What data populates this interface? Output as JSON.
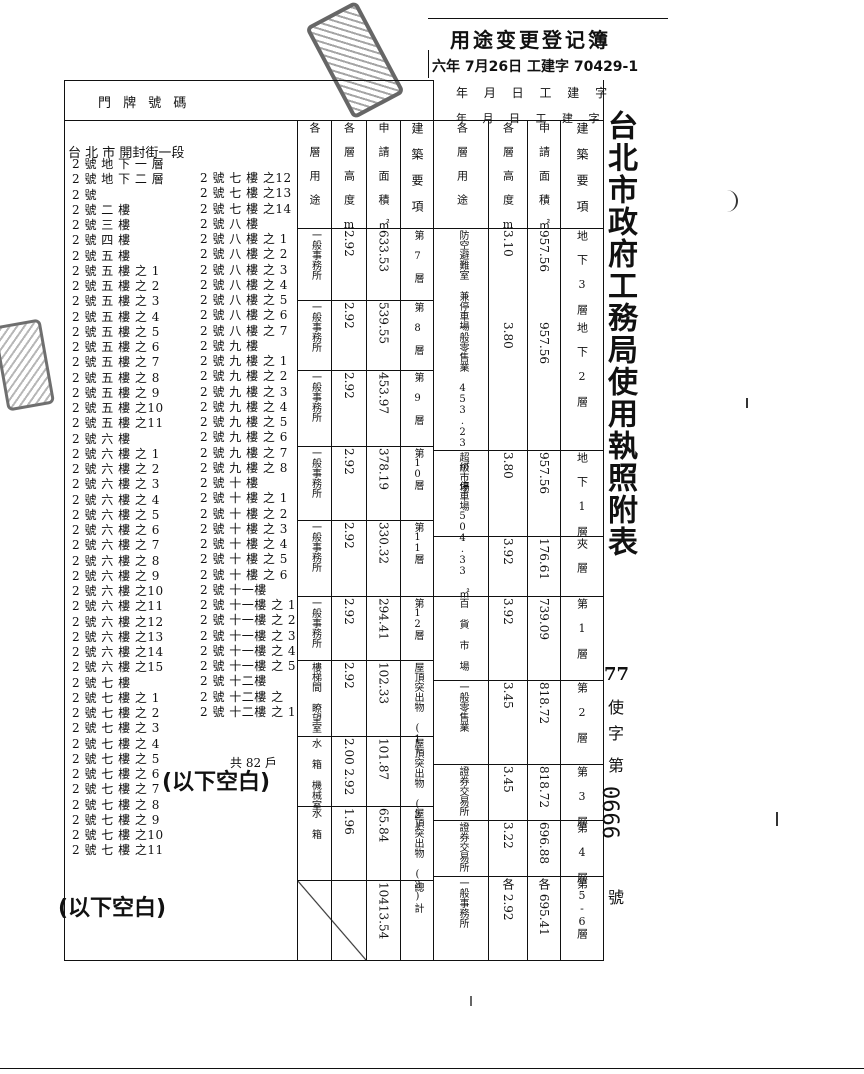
{
  "header": {
    "handwritten_top": "用途变更登记簿",
    "handwritten_date": "六年 7月26日 工建字 70429-1",
    "date_line_1": "年 月 日 工 建 字",
    "date_line_2": "年 月 日 工 建 字"
  },
  "door_plate": {
    "label": "門 牌 號 碼",
    "street": "台 北 市 開封街一段",
    "col1": [
      "2 號 地 下 一 層",
      "2 號 地 下 二 層",
      "2 號",
      "2 號 二 樓",
      "2 號 三 樓",
      "2 號 四 樓",
      "2 號 五 樓",
      "2 號 五 樓 之 1",
      "2 號 五 樓 之 2",
      "2 號 五 樓 之 3",
      "2 號 五 樓 之 4",
      "2 號 五 樓 之 5",
      "2 號 五 樓 之 6",
      "2 號 五 樓 之 7",
      "2 號 五 樓 之 8",
      "2 號 五 樓 之 9",
      "2 號 五 樓 之10",
      "2 號 五 樓 之11",
      "2 號 六 樓",
      "2 號 六 樓 之 1",
      "2 號 六 樓 之 2",
      "2 號 六 樓 之 3",
      "2 號 六 樓 之 4",
      "2 號 六 樓 之 5",
      "2 號 六 樓 之 6",
      "2 號 六 樓 之 7",
      "2 號 六 樓 之 8",
      "2 號 六 樓 之 9",
      "2 號 六 樓 之10",
      "2 號 六 樓 之11",
      "2 號 六 樓 之12",
      "2 號 六 樓 之13",
      "2 號 六 樓 之14",
      "2 號 六 樓 之15",
      "2 號 七 樓",
      "2 號 七 樓 之 1",
      "2 號 七 樓 之 2",
      "2 號 七 樓 之 3",
      "2 號 七 樓 之 4",
      "2 號 七 樓 之 5",
      "2 號 七 樓 之 6",
      "2 號 七 樓 之 7",
      "2 號 七 樓 之 8",
      "2 號 七 樓 之 9",
      "2 號 七 樓 之10",
      "2 號 七 樓 之11"
    ],
    "col2": [
      "2 號 七 樓 之12",
      "2 號 七 樓 之13",
      "2 號 七 樓 之14",
      "2 號 八 樓",
      "2 號 八 樓 之 1",
      "2 號 八 樓 之 2",
      "2 號 八 樓 之 3",
      "2 號 八 樓 之 4",
      "2 號 八 樓 之 5",
      "2 號 八 樓 之 6",
      "2 號 八 樓 之 7",
      "2 號 九 樓",
      "2 號 九 樓 之 1",
      "2 號 九 樓 之 2",
      "2 號 九 樓 之 3",
      "2 號 九 樓 之 4",
      "2 號 九 樓 之 5",
      "2 號 九 樓 之 6",
      "2 號 九 樓 之 7",
      "2 號 九 樓 之 8",
      "2 號 十 樓",
      "2 號 十 樓 之 1",
      "2 號 十 樓 之 2",
      "2 號 十 樓 之 3",
      "2 號 十 樓 之 4",
      "2 號 十 樓 之 5",
      "2 號 十 樓 之 6",
      "2 號 十一樓",
      "2 號 十一樓 之 1",
      "2 號 十一樓 之 2",
      "2 號 十一樓 之 3",
      "2 號 十一樓 之 4",
      "2 號 十一樓 之 5",
      "2 號 十二樓",
      "2 號 十二樓 之",
      "2 號 十二樓 之 1"
    ],
    "total": "共 82 戶",
    "blank_note_1": "(以下空白)",
    "blank_note_2": "(以下空白)"
  },
  "table": {
    "row_labels": [
      "建 築 要 項",
      "申 請 面 積 ㎡",
      "各 層 高 度 m",
      "各 層 用 途"
    ],
    "right_cols": [
      {
        "item": "地 下 3 層",
        "area": "957.56",
        "height": "3.10",
        "use": "防空避難室 兼停車場"
      },
      {
        "item": "地 下 2 層",
        "area": "957.56",
        "height": "3.80",
        "use": "一般零售業 453.23 ㎡ 停車場504.33 ㎡"
      },
      {
        "item": "地 下 1 層",
        "area": "957.56",
        "height": "3.80",
        "use": "超級市場"
      },
      {
        "item": "夾 層",
        "area": "176.61",
        "height": "3.92",
        "use": ""
      },
      {
        "item": "第 1 層",
        "area": "739.09",
        "height": "3.92",
        "use": "百 貨 市 場"
      },
      {
        "item": "第 2 層",
        "area": "818.72",
        "height": "3.45",
        "use": "一般零售業"
      },
      {
        "item": "第 3 層",
        "area": "818.72",
        "height": "3.45",
        "use": "證券交易所"
      },
      {
        "item": "第 4 層",
        "area": "696.88",
        "height": "3.22",
        "use": "證券交易所"
      },
      {
        "item": "第5-6層",
        "area": "各 695.41",
        "height": "各 2.92",
        "use": "一般事務所"
      }
    ],
    "left_cols": [
      {
        "item": "第 7 層",
        "area": "633.53",
        "height": "2.92",
        "use": "一般事務所"
      },
      {
        "item": "第 8 層",
        "area": "539.55",
        "height": "2.92",
        "use": "一般事務所"
      },
      {
        "item": "第 9 層",
        "area": "453.97",
        "height": "2.92",
        "use": "一般事務所"
      },
      {
        "item": "第10層",
        "area": "378.19",
        "height": "2.92",
        "use": "一般事務所"
      },
      {
        "item": "第11層",
        "area": "330.32",
        "height": "2.92",
        "use": "一般事務所"
      },
      {
        "item": "第12層",
        "area": "294.41",
        "height": "2.92",
        "use": "一般事務所"
      },
      {
        "item": "屋頂突出物 (1)",
        "area": "102.33",
        "height": "2.92",
        "use": "樓梯間 瞭望室"
      },
      {
        "item": "屋頂突出物 (2)",
        "area": "101.87",
        "height": "2.00 2.92",
        "use": "水 箱 機械室"
      },
      {
        "item": "屋頂突出物 (3)",
        "area": "65.84",
        "height": "1.96",
        "use": "水 箱"
      },
      {
        "item": "總 計",
        "area": "10413.54",
        "height": "",
        "use": ""
      }
    ]
  },
  "title": "台北市政府工務局使用執照附表",
  "permit": {
    "prefix": "77",
    "char1": "使",
    "char2": "字",
    "char3": "第",
    "number": "0666",
    "suffix": "號"
  }
}
